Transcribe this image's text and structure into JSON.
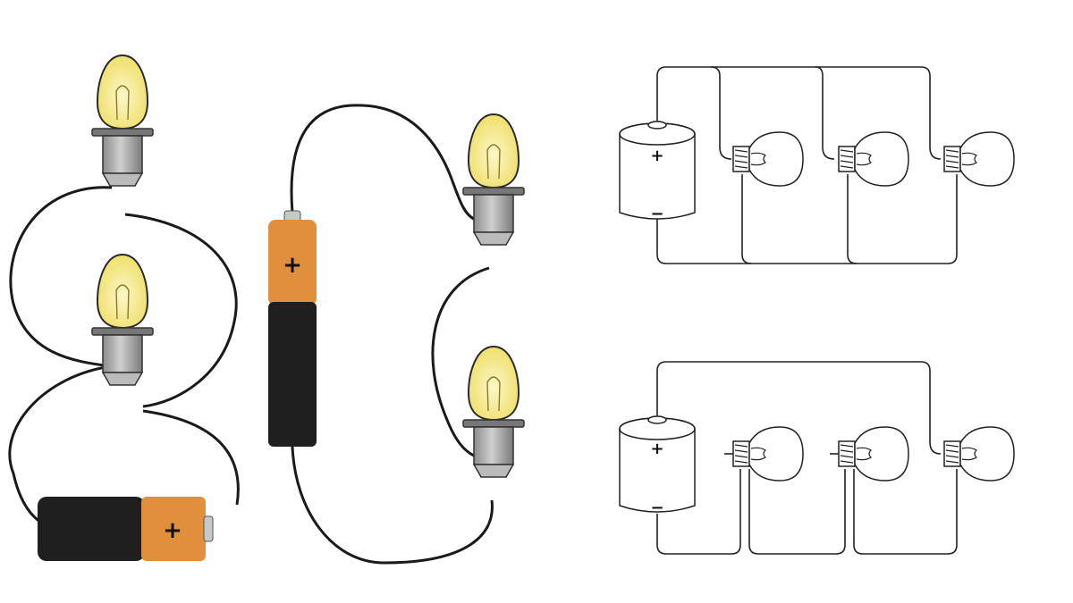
{
  "diagrams": {
    "colored": {
      "left_circuit": {
        "battery": {
          "plus": "+"
        },
        "bulbs": 2
      },
      "middle_circuit": {
        "battery": {
          "plus": "+"
        },
        "bulbs": 2
      }
    },
    "schematic": {
      "top_circuit": {
        "battery": {
          "plus": "+",
          "minus": "−"
        },
        "bulbs": 3
      },
      "bottom_circuit": {
        "battery": {
          "plus": "+",
          "minus": "−"
        },
        "bulbs": 3
      }
    }
  },
  "colors": {
    "wire": "#1a1a1a",
    "bulb_glass": "#f3e98a",
    "bulb_glow": "#fbf7c9",
    "bulb_base": "#a9a9a9",
    "battery_body": "#1f1f1f",
    "battery_cap": "#e0903c",
    "schematic_line": "#222222"
  }
}
